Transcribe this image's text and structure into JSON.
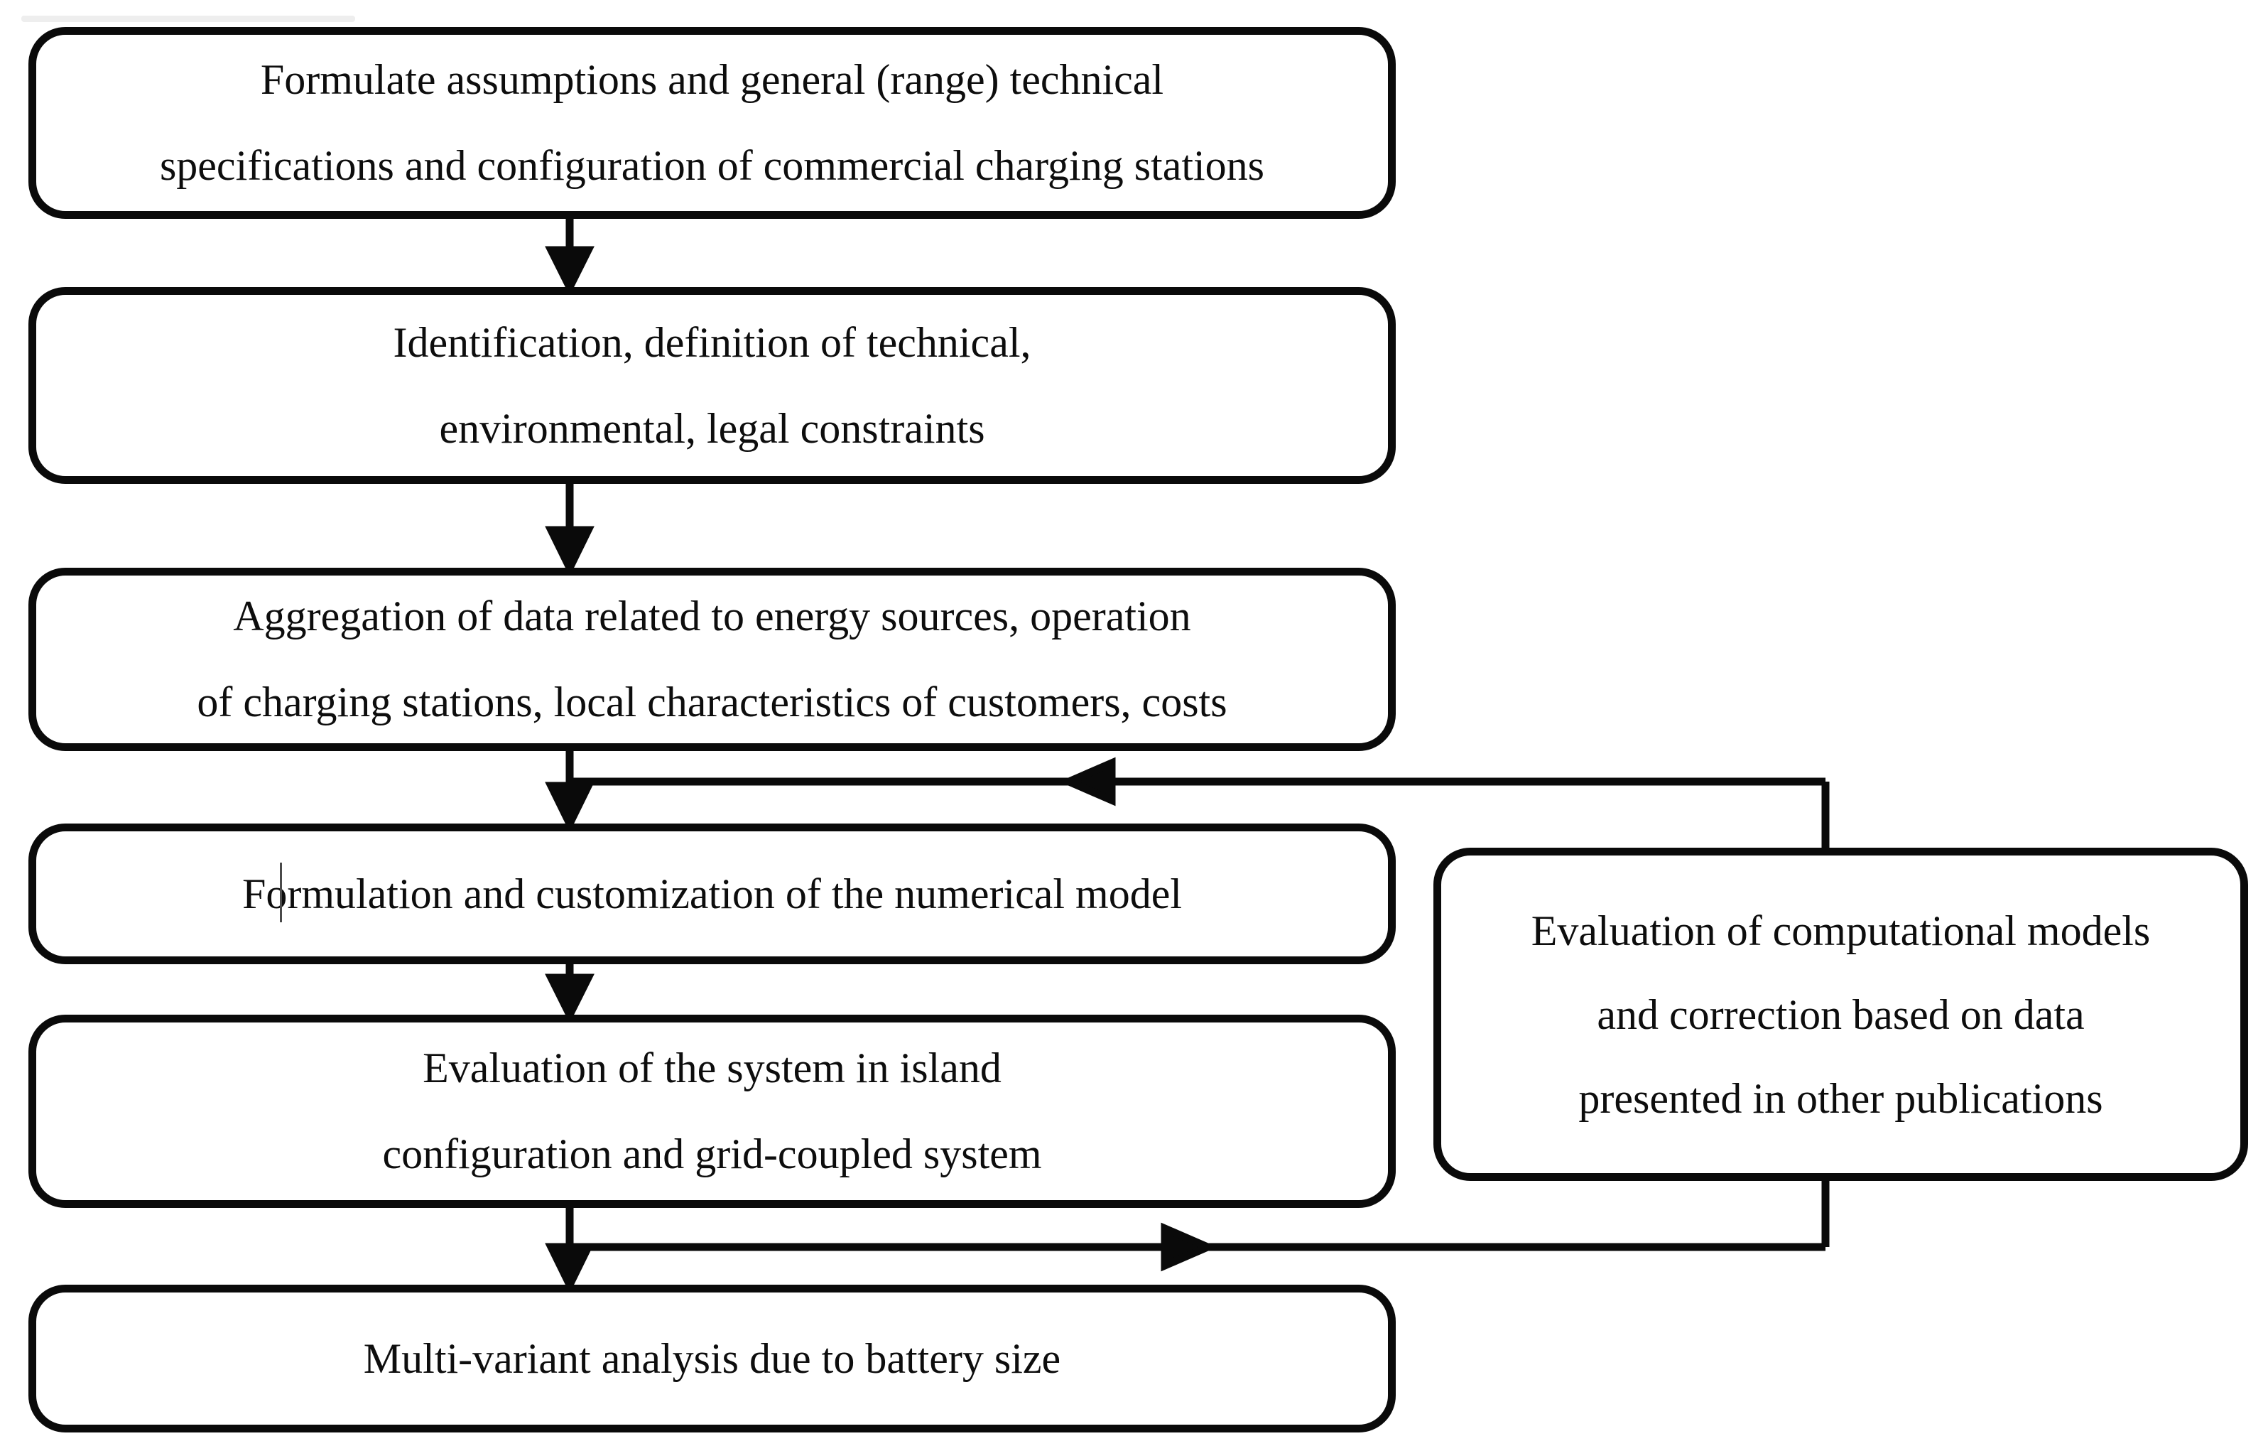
{
  "figure": {
    "type": "flowchart",
    "background_color": "#ffffff",
    "line_color": "#0a0a0a",
    "text_color": "#0d0d0d"
  },
  "boxes": [
    {
      "id": "formulate-assumptions",
      "lines": [
        "Formulate assumptions and general (range) technical",
        "specifications and configuration of commercial charging stations"
      ]
    },
    {
      "id": "identification-constraints",
      "lines": [
        "Identification, definition of technical,",
        "environmental, legal constraints"
      ]
    },
    {
      "id": "aggregation-data",
      "lines": [
        "Aggregation of data related to energy sources, operation",
        "of charging stations, local characteristics of customers, costs"
      ]
    },
    {
      "id": "formulation-numerical-model",
      "lines": [
        "Formulation and customization of the numerical model"
      ]
    },
    {
      "id": "evaluation-system",
      "lines": [
        "Evaluation of the system in island",
        "configuration and grid-coupled system"
      ]
    },
    {
      "id": "multi-variant-analysis",
      "lines": [
        "Multi-variant analysis due to battery size"
      ]
    },
    {
      "id": "evaluation-computational-models",
      "lines": [
        "Evaluation of computational models",
        "and correction based on data",
        "presented in other publications"
      ]
    }
  ]
}
